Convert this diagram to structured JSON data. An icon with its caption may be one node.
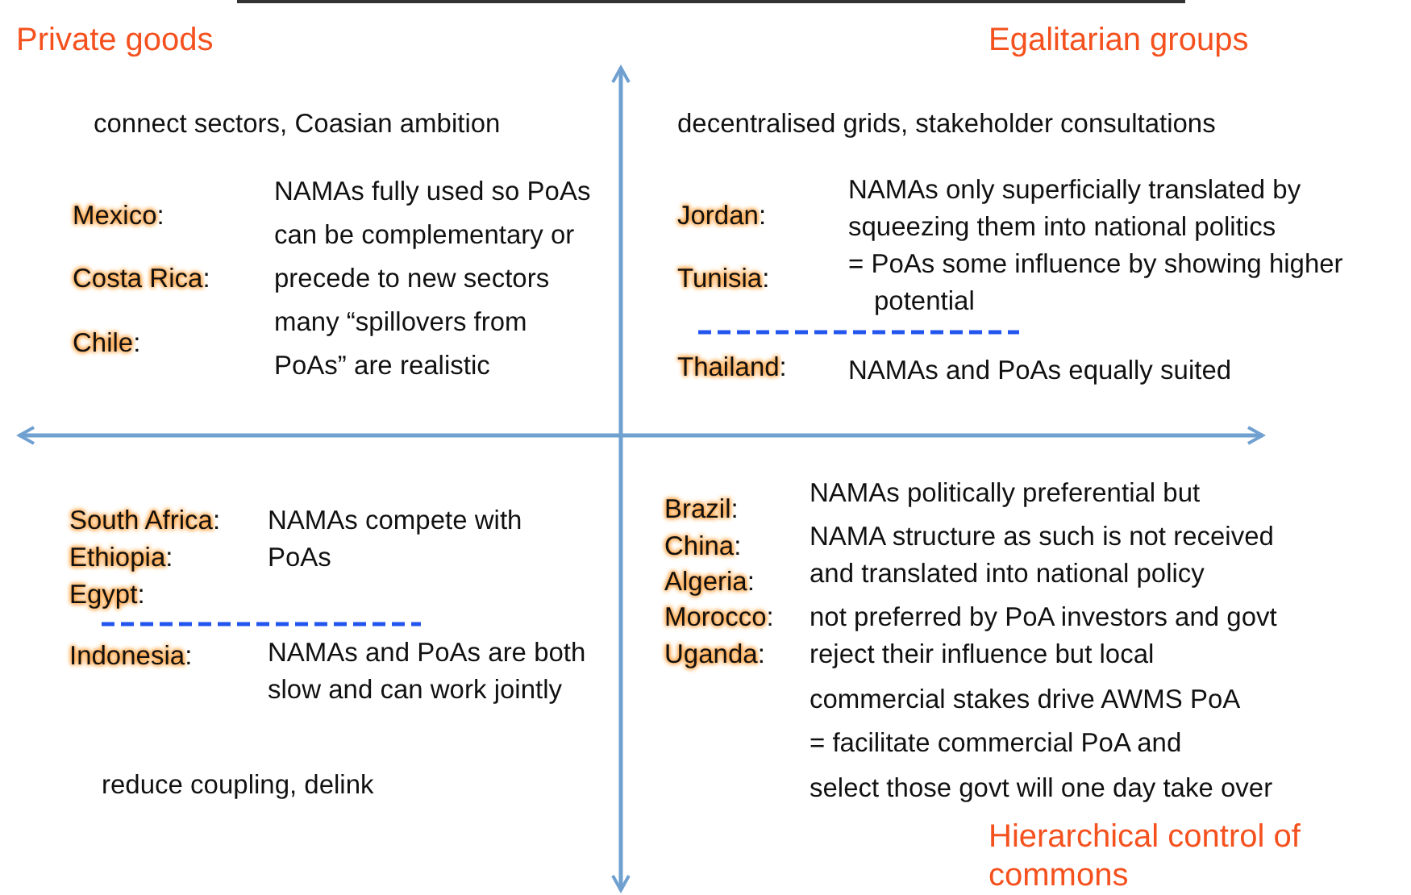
{
  "diagram": {
    "labels": [
      "Private goods",
      "Egalitarian groups",
      "connect sectors, Coasian ambition",
      "decentralised grids, stakeholder consultations",
      "**Mexico**:",
      "NAMAs fully used so PoAs can be complementary or precede to new sectors many “spillovers from PoAs” are realistic",
      "**Costa Rica**:",
      "**Chile**:",
      "**Jordan**:",
      "NAMAs only superficially translated by squeezing them into national politics",
      "**Tunisia**:",
      "= PoAs some influence by showing higher potential",
      "**Thailand**:",
      "NAMAs and PoAs equally suited",
      "**South Africa**:",
      "NAMAs compete with PoAs",
      "**Ethiopia**:",
      "**Egypt**:",
      "**Indonesia**:",
      "NAMAs and PoAs are both slow and can work jointly",
      "reduce coupling, delink",
      "**Brazil**:",
      "NAMAs politically preferential but",
      "**China**:",
      "NAMA structure as such is not received",
      "**Algeria**:",
      "and translated into national policy",
      "**Morocco**:",
      "not preferred by PoA investors and govt",
      "**Uganda**:",
      "reject their influence but local",
      "commercial stakes drive AWMS PoA",
      "= facilitate commercial PoA and",
      "select those govt will one day take over",
      "Hierarchical control of commons"
    ]
  }
}
